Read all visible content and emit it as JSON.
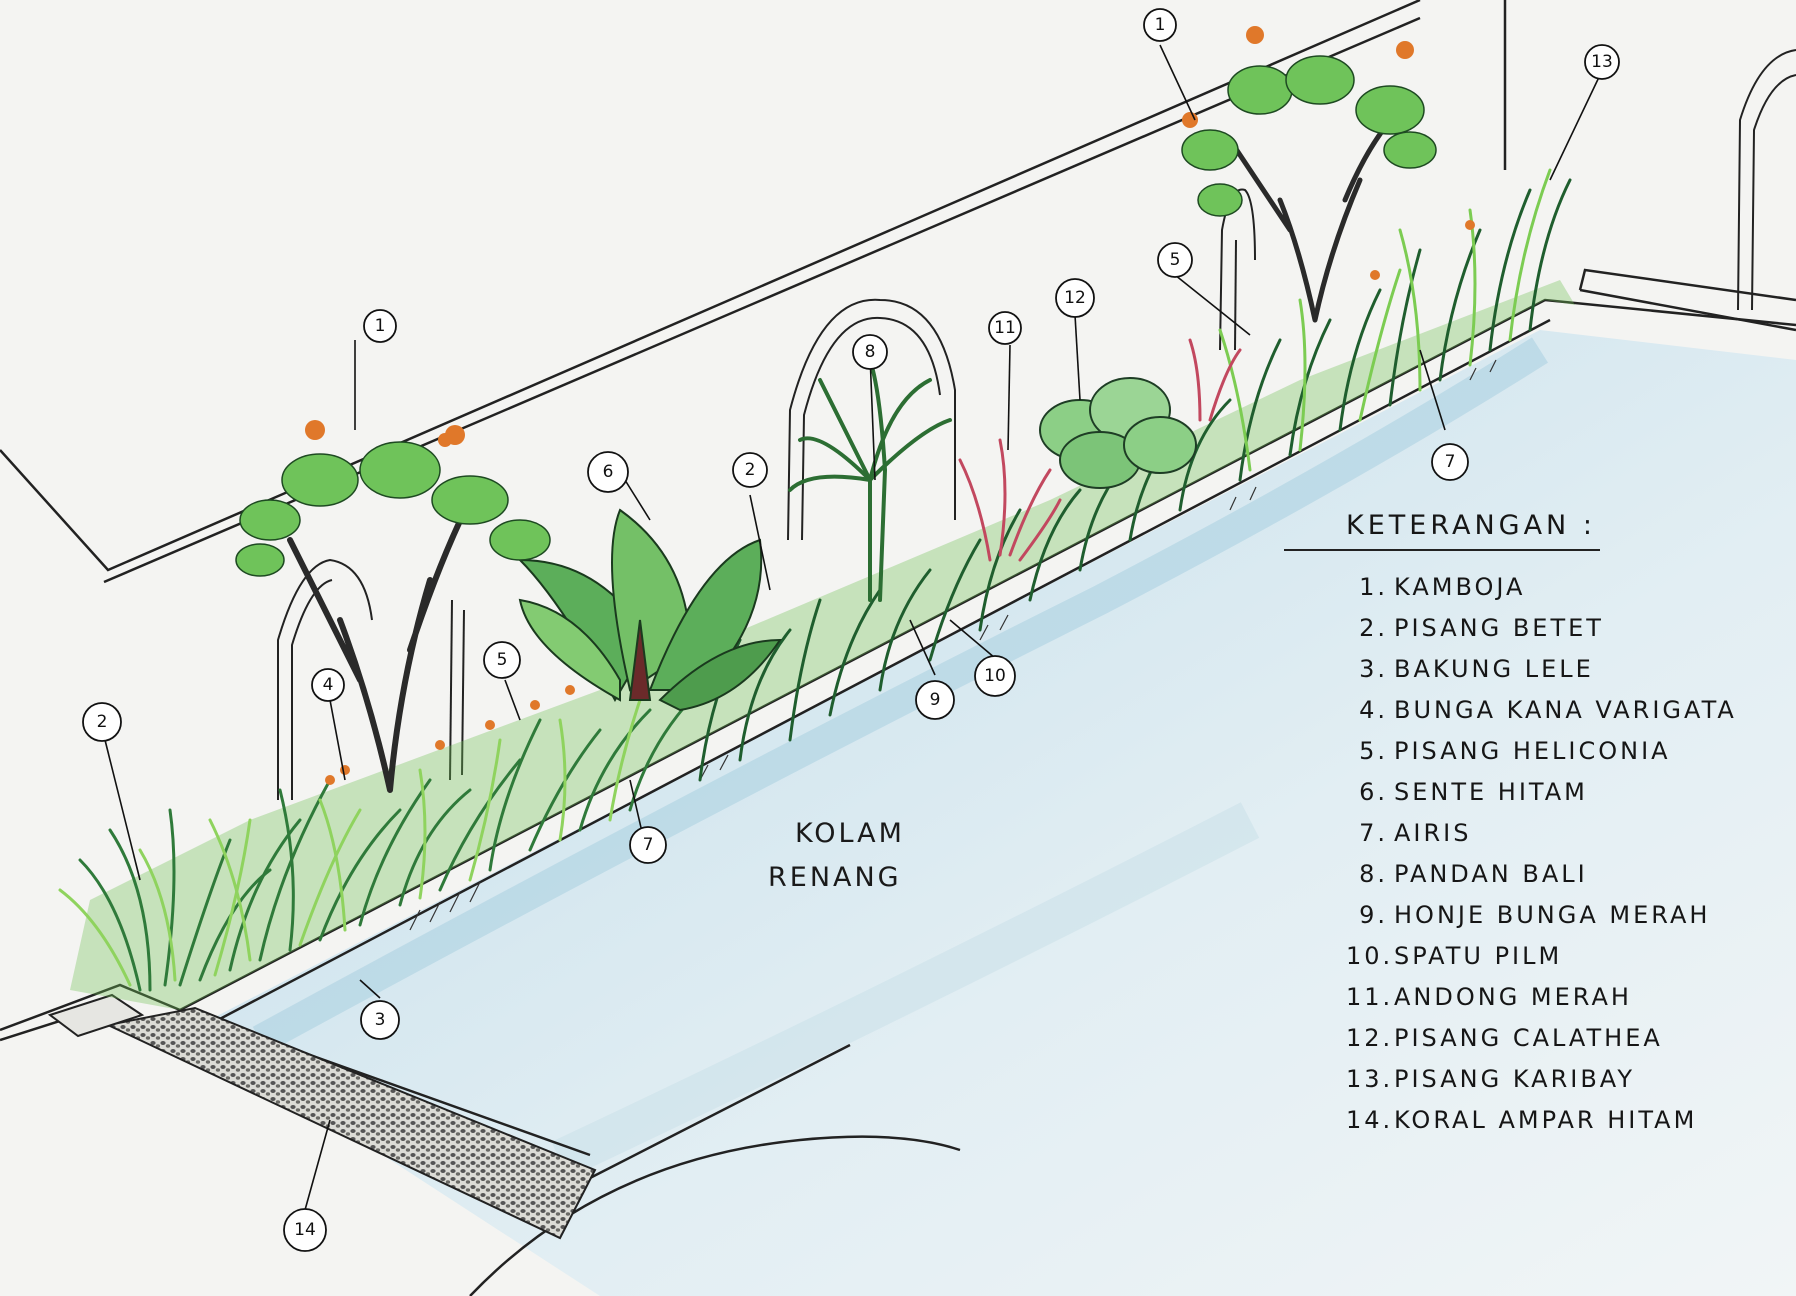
{
  "pool_label": {
    "line1": "KOLAM",
    "line2": "RENANG"
  },
  "legend": {
    "title": "KETERANGAN :",
    "items": [
      {
        "num": "1.",
        "label": "KAMBOJA"
      },
      {
        "num": "2.",
        "label": "PISANG BETET"
      },
      {
        "num": "3.",
        "label": "BAKUNG LELE"
      },
      {
        "num": "4.",
        "label": "BUNGA KANA VARIGATA"
      },
      {
        "num": "5.",
        "label": "PISANG HELICONIA"
      },
      {
        "num": "6.",
        "label": "SENTE HITAM"
      },
      {
        "num": "7.",
        "label": "AIRIS"
      },
      {
        "num": "8.",
        "label": "PANDAN BALI"
      },
      {
        "num": "9.",
        "label": "HONJE BUNGA MERAH"
      },
      {
        "num": "10.",
        "label": "SPATU PILM"
      },
      {
        "num": "11.",
        "label": "ANDONG MERAH"
      },
      {
        "num": "12.",
        "label": "PISANG CALATHEA"
      },
      {
        "num": "13.",
        "label": "PISANG KARIBAY"
      },
      {
        "num": "14.",
        "label": "KORAL AMPAR HITAM"
      }
    ]
  },
  "callouts": {
    "c1a": "1",
    "c1b": "1",
    "c2a": "2",
    "c2b": "2",
    "c3": "3",
    "c4": "4",
    "c5a": "5",
    "c5b": "5",
    "c6": "6",
    "c7a": "7",
    "c7b": "7",
    "c8": "8",
    "c9": "9",
    "c10": "10",
    "c11": "11",
    "c12": "12",
    "c13": "13",
    "c14": "14"
  },
  "colors": {
    "paper": "#f4f4f2",
    "ink": "#1a1a1a",
    "leaf_light": "#9fdc6a",
    "leaf_dark": "#3f8f45",
    "water": "#cfe4ee",
    "flower": "#e0782a",
    "red_leaf": "#d9607a"
  }
}
